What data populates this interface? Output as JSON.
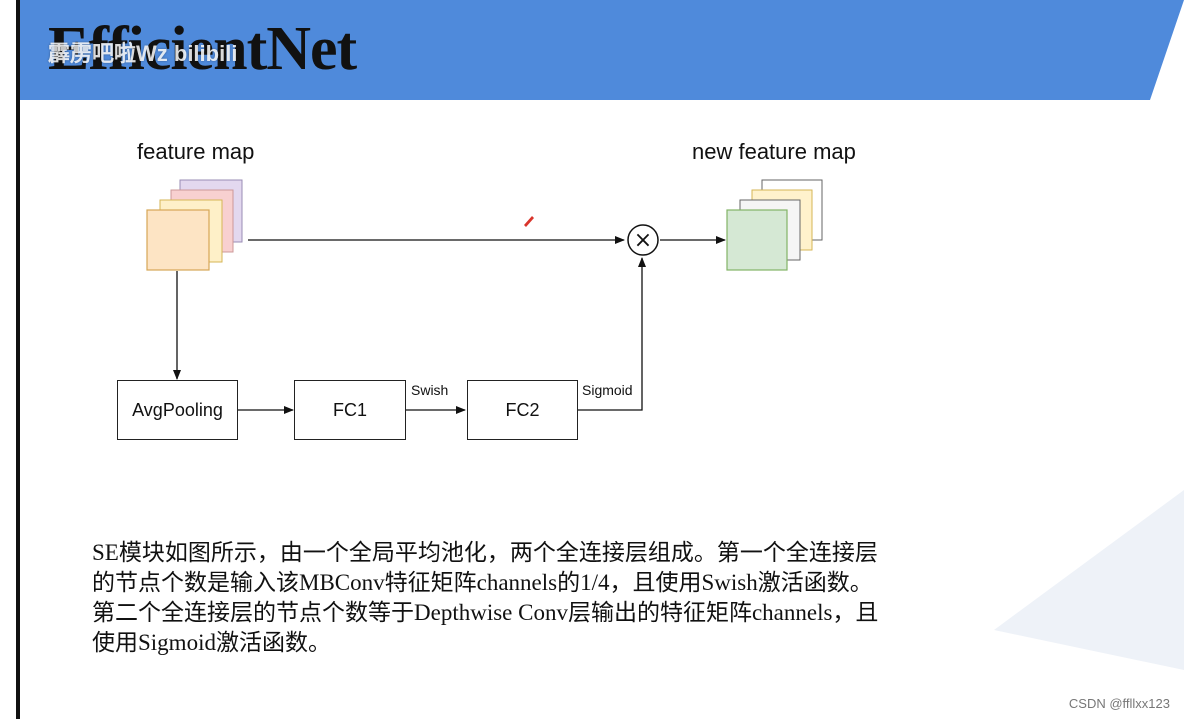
{
  "header": {
    "title": "EfficientNet",
    "watermark": "霹雳吧啦Wz bilibili",
    "bar_color": "#4f8adb"
  },
  "diagram": {
    "input_label": "feature map",
    "output_label": "new feature map",
    "multiply_symbol": "×",
    "boxes": {
      "avgpool": "AvgPooling",
      "fc1": "FC1",
      "fc2": "FC2"
    },
    "activations": {
      "swish": "Swish",
      "sigmoid": "Sigmoid"
    },
    "colors": {
      "input_front": "#fde4c4",
      "input_2": "#fef0c8",
      "input_3": "#f8d0d0",
      "input_back": "#e3d8ef",
      "output_front": "#d5e8d4",
      "output_2": "#f5f5f5",
      "output_3": "#fff2cc",
      "output_back": "#ffffff"
    }
  },
  "description": "SE模块如图所示，由一个全局平均池化，两个全连接层组成。第一个全连接层的节点个数是输入该MBConv特征矩阵channels的1/4，且使用Swish激活函数。第二个全连接层的节点个数等于Depthwise Conv层输出的特征矩阵channels，且使用Sigmoid激活函数。",
  "credit": "CSDN @ffllxx123"
}
